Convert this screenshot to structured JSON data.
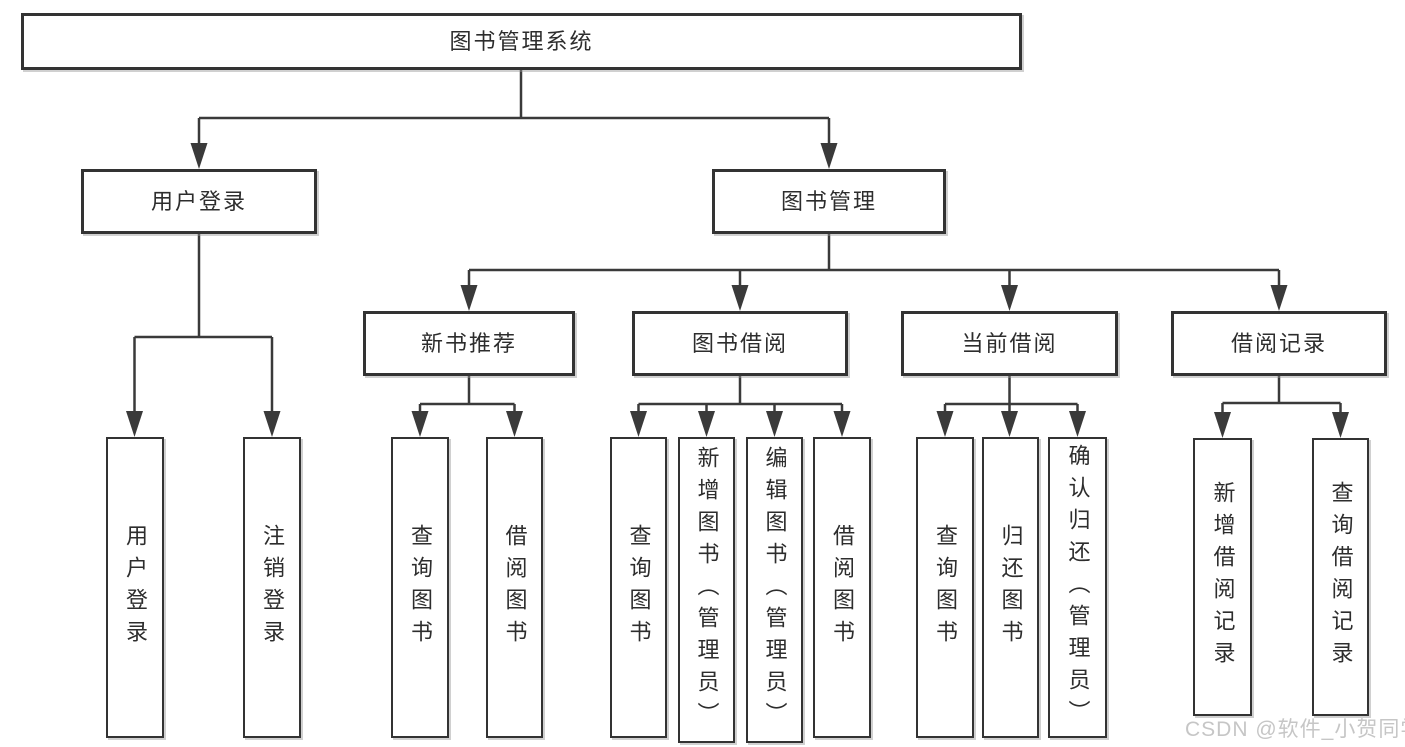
{
  "tree": {
    "root": {
      "label": "图书管理系统",
      "children": [
        {
          "label": "用户登录",
          "children": [
            {
              "label": "用户登录"
            },
            {
              "label": "注销登录"
            }
          ]
        },
        {
          "label": "图书管理",
          "children": [
            {
              "label": "新书推荐",
              "children": [
                {
                  "label": "查询图书"
                },
                {
                  "label": "借阅图书"
                }
              ]
            },
            {
              "label": "图书借阅",
              "children": [
                {
                  "label": "查询图书"
                },
                {
                  "label": "新增图书（管理员）"
                },
                {
                  "label": "编辑图书（管理员）"
                },
                {
                  "label": "借阅图书"
                }
              ]
            },
            {
              "label": "当前借阅",
              "children": [
                {
                  "label": "查询图书"
                },
                {
                  "label": "归还图书"
                },
                {
                  "label": "确认归还（管理员）"
                }
              ]
            },
            {
              "label": "借阅记录",
              "children": [
                {
                  "label": "新增借阅记录"
                },
                {
                  "label": "查询借阅记录"
                }
              ]
            }
          ]
        }
      ]
    }
  },
  "watermark": {
    "text": "CSDN @软件_小贺同学"
  },
  "colors": {
    "line": "#3a3a3a",
    "border": "#333333",
    "text": "#2d2d2d",
    "watermark": "#c6c6c6",
    "background": "#ffffff"
  }
}
